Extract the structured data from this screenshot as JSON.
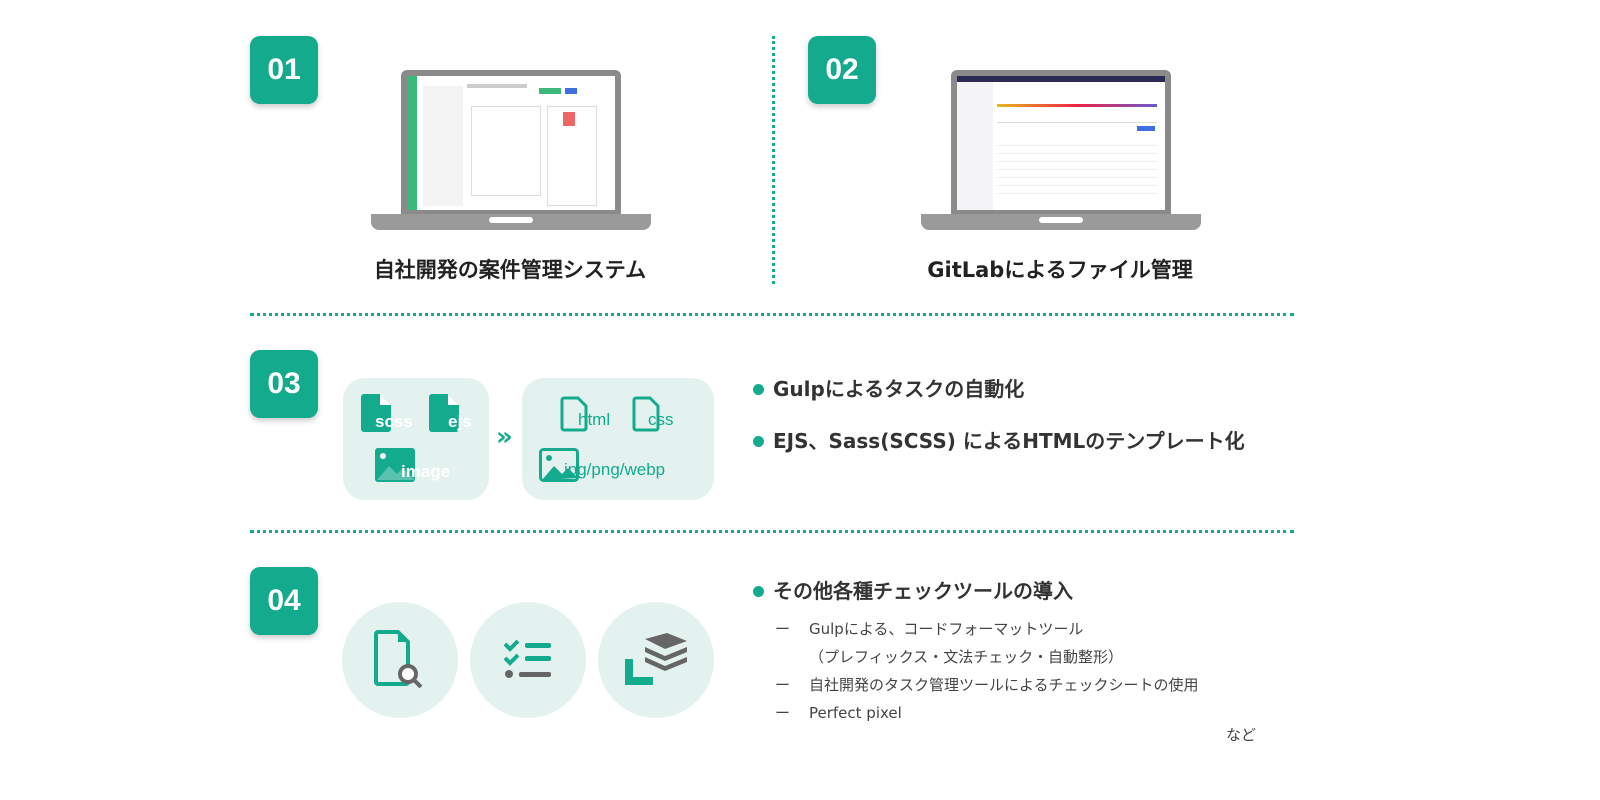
{
  "colors": {
    "accent": "#13aa8e",
    "tint": "#e4f2ef"
  },
  "items": [
    {
      "number": "01",
      "caption": "自社開発の案件管理システム"
    },
    {
      "number": "02",
      "caption": "GitLabによるファイル管理"
    },
    {
      "number": "03",
      "bullets": [
        "Gulpによるタスクの自動化",
        "EJS、Sass(SCSS) によるHTMLのテンプレート化"
      ],
      "source_files": [
        "scss",
        "ejs",
        "image"
      ],
      "arrow": "»",
      "output_files": [
        "html",
        "css",
        "jpg/png/webp"
      ]
    },
    {
      "number": "04",
      "heading": "その他各種チェックツールの導入",
      "sub_items": [
        "Gulpによる、コードフォーマットツール",
        "（プレフィックス・文法チェック・自動整形）",
        "自社開発のタスク管理ツールによるチェックシートの使用",
        "Perfect pixel"
      ],
      "dash": "ー",
      "etc": "など",
      "icons": [
        "file-search-icon",
        "checklist-icon",
        "layers-ruler-icon"
      ]
    }
  ]
}
